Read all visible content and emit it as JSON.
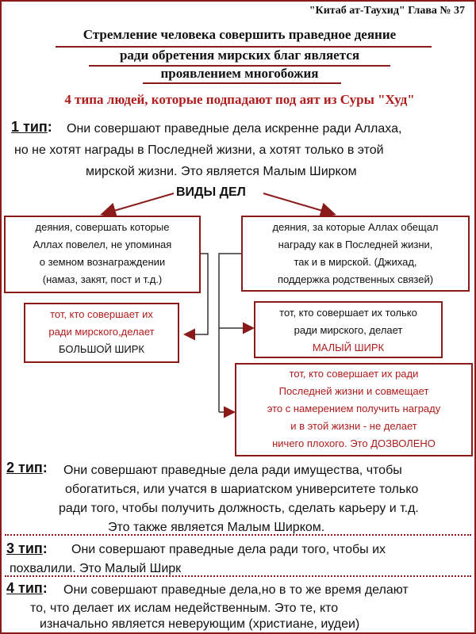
{
  "header": {
    "source": "\"Китаб ат-Таухид\" Глава № 37"
  },
  "title": {
    "line1": "Стремление человека совершить праведное деяние",
    "line2": "ради обретения мирских благ является",
    "line3": "проявлением многобожия"
  },
  "subtitle": "4 типа людей, которые подпадают под аят из Суры \"Худ\"",
  "type1": {
    "label": "1 тип",
    "colon": ":",
    "lines": [
      "Они совершают праведные дела искренне ради Аллаха,",
      "но не хотят награды в Последней жизни, а хотят только в этой",
      "мирской жизни. Это является Малым Ширком"
    ]
  },
  "kinds_heading": "ВИДЫ ДЕЛ",
  "left_box": {
    "lines": [
      "деяния, совершать которые",
      "Аллах повелел, не упоминая",
      "о земном вознаграждении",
      "(намаз, закят, пост и т.д.)"
    ]
  },
  "right_box": {
    "lines": [
      "деяния, за которые Аллах обещал",
      "награду как в Последней жизни,",
      "так и в мирской. (Джихад,",
      "поддержка родственных связей)"
    ]
  },
  "big_shirk_box": {
    "line1": "тот, кто совершает их",
    "line2": "ради мирского,делает",
    "line3": "БОЛЬШОЙ ШИРК"
  },
  "small_shirk_box": {
    "line1": "тот, кто совершает их только",
    "line2": "ради мирского, делает",
    "line3": "МАЛЫЙ ШИРК"
  },
  "allowed_box": {
    "line1": "тот, кто совершает их ради",
    "line2": "Последней жизни и совмещает",
    "line3": "это с намерением получить награду",
    "line4": "и в этой жизни - не делает",
    "line5a": "ничего плохого. Это ",
    "line5b": "ДОЗВОЛЕНО"
  },
  "type2": {
    "label": "2 тип",
    "colon": ":",
    "lines": [
      "Они совершают праведные дела ради имущества, чтобы",
      "обогатиться, или учатся   в шариатском университете только",
      "ради того, чтобы получить должность, сделать карьеру и т.д.",
      "Это также является Малым Ширком."
    ]
  },
  "type3": {
    "label": "3 тип",
    "colon": ":",
    "lines": [
      "Они совершают праведные дела ради того, чтобы их",
      "похвалили. Это Малый Ширк"
    ]
  },
  "type4": {
    "label": "4 тип",
    "colon": ":",
    "lines": [
      "Они совершают праведные дела,но в то же время делают",
      "то, что делает их ислам недейственным. Это те, кто",
      "изначально является неверующим (христиане, иудеи)"
    ]
  },
  "colors": {
    "frame": "#8b1a1a",
    "accent_red": "#b01c1c",
    "text": "#111111"
  }
}
